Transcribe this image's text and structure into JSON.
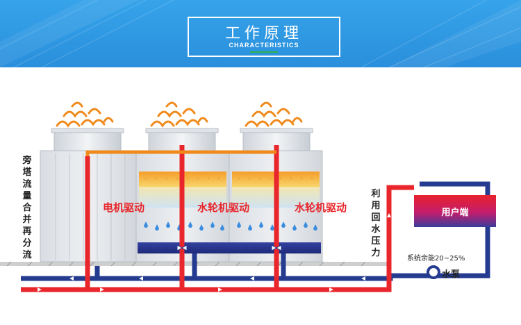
{
  "header": {
    "title": "工作原理",
    "subtitle": "CHARACTERISTICS"
  },
  "diagram": {
    "side_label": "旁塔流量合并再分流",
    "drive_labels": [
      "电机驱动",
      "水轮机驱动",
      "水轮机驱动"
    ],
    "return_label": "利用回水压力",
    "user_end": "用户端",
    "surplus_note": "系统余能20~25%",
    "pump_label": "水泵"
  },
  "colors": {
    "banner": "#2a8fdc",
    "hot_pipe": "#e8262b",
    "cold_pipe": "#243b8f",
    "drive_text": "#e8262b",
    "fill_orange": "#f6b93a",
    "water_blue": "#3b8de0"
  }
}
